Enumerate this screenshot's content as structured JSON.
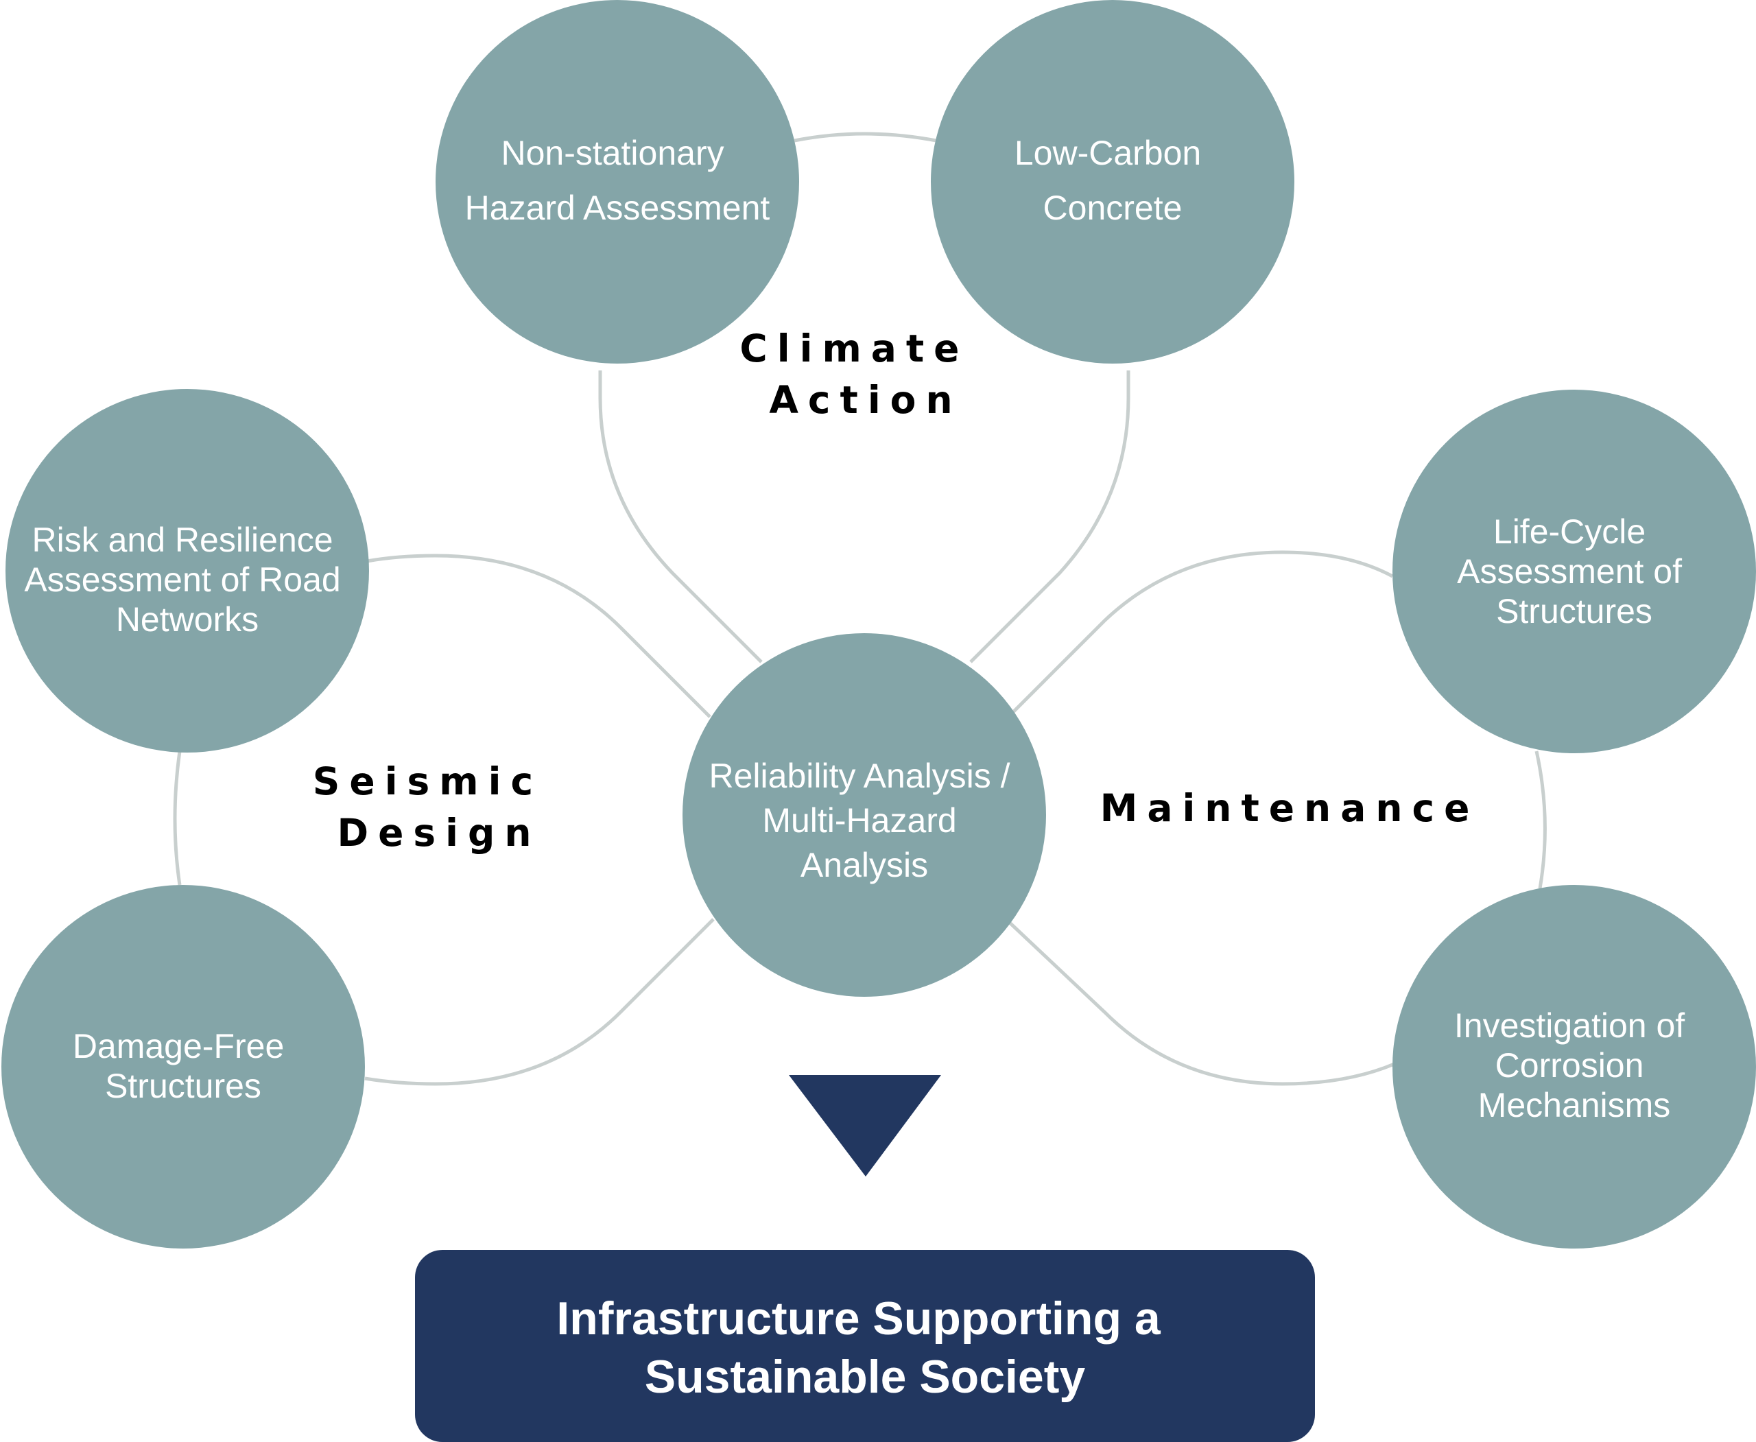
{
  "colors": {
    "node_fill": "#84a5a8",
    "connector": "#c8cfce",
    "outcome_fill": "#223760",
    "node_text": "#ffffff",
    "theme_text": "#000000"
  },
  "center_node": {
    "lines": [
      "Reliability Analysis /",
      "Multi-Hazard",
      "Analysis"
    ]
  },
  "nodes": {
    "non_stationary": {
      "lines": [
        "Non-stationary",
        "Hazard Assessment"
      ]
    },
    "low_carbon": {
      "lines": [
        "Low-Carbon",
        "Concrete"
      ]
    },
    "risk_resilience": {
      "lines": [
        "Risk and Resilience",
        "Assessment of Road",
        "Networks"
      ]
    },
    "damage_free": {
      "lines": [
        "Damage-Free",
        "Structures"
      ]
    },
    "life_cycle": {
      "lines": [
        "Life-Cycle",
        "Assessment of",
        "Structures"
      ]
    },
    "corrosion": {
      "lines": [
        "Investigation of",
        "Corrosion",
        "Mechanisms"
      ]
    }
  },
  "themes": {
    "climate": {
      "lines": [
        "Climate",
        "Action"
      ]
    },
    "seismic": {
      "lines": [
        "Seismic",
        "Design"
      ]
    },
    "maintenance": {
      "lines": [
        "Maintenance"
      ]
    }
  },
  "outcome": {
    "lines": [
      "Infrastructure Supporting a",
      "Sustainable Society"
    ]
  },
  "arrow": {
    "icon": "down-triangle-icon"
  }
}
